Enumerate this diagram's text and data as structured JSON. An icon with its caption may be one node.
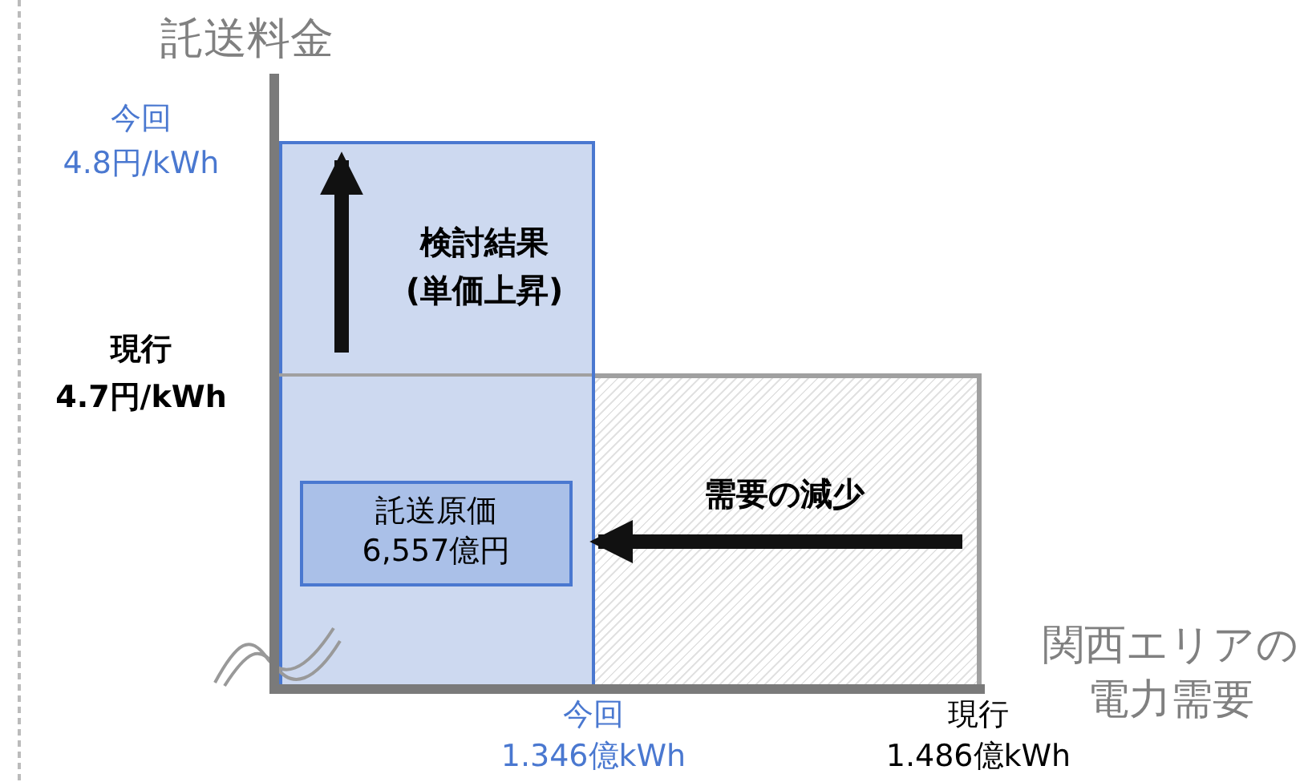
{
  "diagram": {
    "title": "託送料金",
    "nodes": [
      {
        "text": [
          "需要の減少"
        ]
      },
      {
        "text": [
          "検討結果 (単価上昇)"
        ]
      },
      {
        "text": [
          "託送原価",
          "6,557億円"
        ],
        "in": 1
      }
    ],
    "edges": [
      {
        "from": 0,
        "to": 1,
        "arrow": "to"
      }
    ],
    "labels": [
      "今回",
      "4.8円/kWh",
      "現行",
      "4.7円/kWh",
      "今回",
      "1.346億kWh",
      "現行",
      "1.486億kWh",
      "関西エリアの電力需要"
    ]
  }
}
